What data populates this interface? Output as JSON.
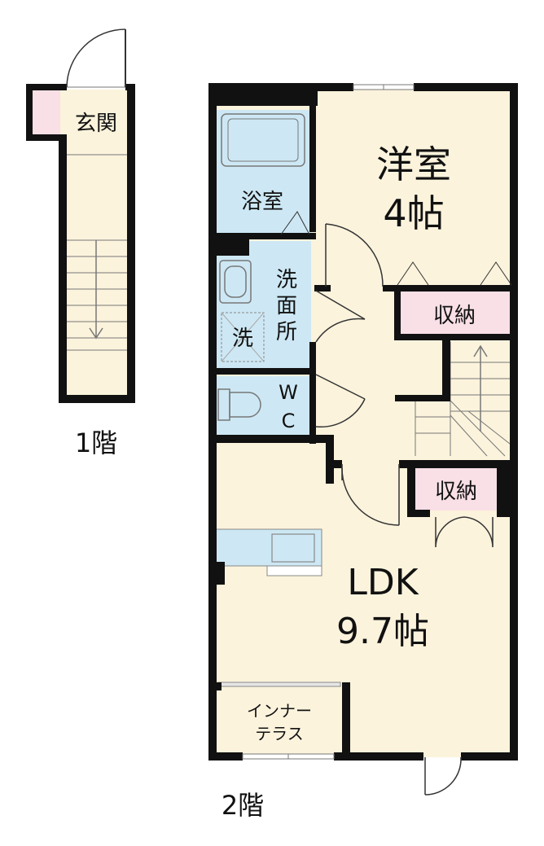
{
  "colors": {
    "wall": "#111111",
    "floor": "#fbf3dc",
    "wet": "#cde8f4",
    "storage": "#f9dfe6",
    "line": "#777777",
    "window": "#aaaaaa"
  },
  "floor1": {
    "caption": "1階",
    "rooms": {
      "entrance": "玄関"
    }
  },
  "floor2": {
    "caption": "2階",
    "rooms": {
      "western_room": "洋室",
      "western_room_size": "4帖",
      "bathroom": "浴室",
      "washroom_1": "洗",
      "washroom_2": "面",
      "washroom_3": "所",
      "washer": "洗",
      "wc_1": "W",
      "wc_2": "C",
      "storage_1": "収納",
      "storage_2": "収納",
      "ldk": "LDK",
      "ldk_size": "9.7帖",
      "inner_terrace_1": "インナー",
      "inner_terrace_2": "テラス"
    }
  }
}
